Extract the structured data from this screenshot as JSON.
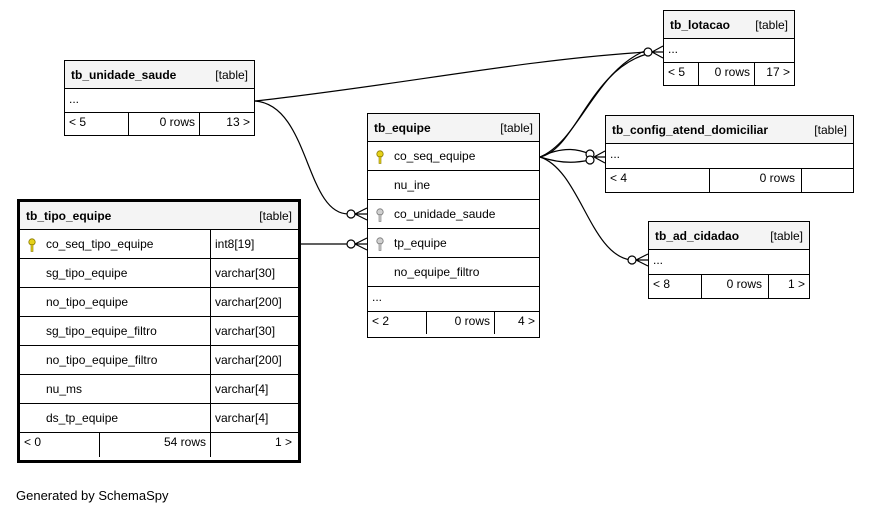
{
  "tables": {
    "tb_unidade_saude": {
      "name": "tb_unidade_saude",
      "type": "[table]",
      "ellipsis": "...",
      "prev": "< 5",
      "rows": "0 rows",
      "next": "13 >"
    },
    "tb_lotacao": {
      "name": "tb_lotacao",
      "type": "[table]",
      "ellipsis": "...",
      "prev": "< 5",
      "rows": "0 rows",
      "next": "17 >"
    },
    "tb_equipe": {
      "name": "tb_equipe",
      "type": "[table]",
      "columns": [
        {
          "name": "co_seq_equipe",
          "key": "primary"
        },
        {
          "name": "nu_ine",
          "key": "none"
        },
        {
          "name": "co_unidade_saude",
          "key": "foreign"
        },
        {
          "name": "tp_equipe",
          "key": "foreign"
        },
        {
          "name": "no_equipe_filtro",
          "key": "none"
        }
      ],
      "ellipsis": "...",
      "prev": "< 2",
      "rows": "0 rows",
      "next": "4 >"
    },
    "tb_config_atend_domiciliar": {
      "name": "tb_config_atend_domiciliar",
      "type": "[table]",
      "ellipsis": "...",
      "prev": "< 4",
      "rows": "0 rows",
      "next": ""
    },
    "tb_ad_cidadao": {
      "name": "tb_ad_cidadao",
      "type": "[table]",
      "ellipsis": "...",
      "prev": "< 8",
      "rows": "0 rows",
      "next": "1 >"
    },
    "tb_tipo_equipe": {
      "name": "tb_tipo_equipe",
      "type": "[table]",
      "columns": [
        {
          "name": "co_seq_tipo_equipe",
          "type": "int8[19]",
          "key": "primary"
        },
        {
          "name": "sg_tipo_equipe",
          "type": "varchar[30]",
          "key": "none"
        },
        {
          "name": "no_tipo_equipe",
          "type": "varchar[200]",
          "key": "none"
        },
        {
          "name": "sg_tipo_equipe_filtro",
          "type": "varchar[30]",
          "key": "none"
        },
        {
          "name": "no_tipo_equipe_filtro",
          "type": "varchar[200]",
          "key": "none"
        },
        {
          "name": "nu_ms",
          "type": "varchar[4]",
          "key": "none"
        },
        {
          "name": "ds_tp_equipe",
          "type": "varchar[4]",
          "key": "none"
        }
      ],
      "prev": "< 0",
      "rows": "54 rows",
      "next": "1 >"
    }
  },
  "colors": {
    "primary_key": "#e6d21a",
    "foreign_key": "#a8a8a8",
    "header_bg": "#f4f4f4",
    "line": "#000000"
  },
  "footer": "Generated by SchemaSpy"
}
